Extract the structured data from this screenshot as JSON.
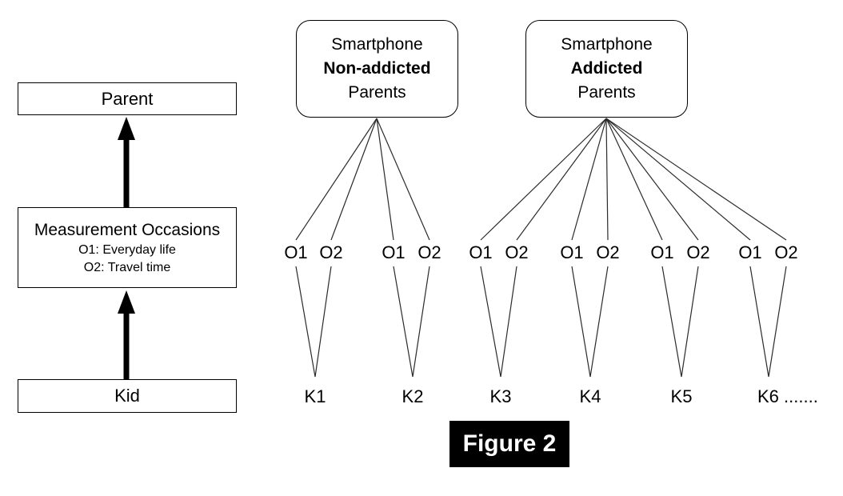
{
  "figure_label": "Figure 2",
  "left_panel": {
    "parent_label": "Parent",
    "measurement": {
      "title": "Measurement Occasions",
      "occasion1": "O1: Everyday life",
      "occasion2": "O2: Travel time"
    },
    "kid_label": "Kid"
  },
  "groups": [
    {
      "top": "Smartphone",
      "middle": "Non-addicted",
      "bottom": "Parents"
    },
    {
      "top": "Smartphone",
      "middle": "Addicted",
      "bottom": "Parents"
    }
  ],
  "occasion_labels": {
    "o1": "O1",
    "o2": "O2"
  },
  "kids": [
    {
      "label": "K1"
    },
    {
      "label": "K2"
    },
    {
      "label": "K3"
    },
    {
      "label": "K4"
    },
    {
      "label": "K5"
    },
    {
      "label": "K6 ......."
    }
  ],
  "colors": {
    "ink": "#000000",
    "thin_line": "#2b2b2b",
    "figure_bg": "#000000",
    "figure_text": "#ffffff",
    "background": "#ffffff"
  }
}
